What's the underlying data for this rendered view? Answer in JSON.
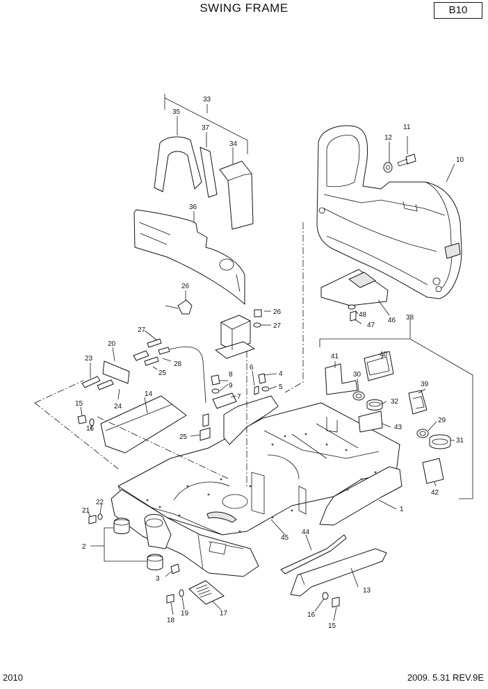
{
  "title": "SWING FRAME",
  "page_code": "B10",
  "footer": {
    "left": "2010",
    "right": "2009. 5.31 REV.9E"
  },
  "callouts": {
    "c1": "1",
    "c2": "2",
    "c3": "3",
    "c4": "4",
    "c5": "5",
    "c6": "6",
    "c7": "7",
    "c8": "8",
    "c9": "9",
    "c10": "10",
    "c11": "11",
    "c12": "12",
    "c13": "13",
    "c14": "14",
    "c15a": "15",
    "c15b": "15",
    "c16a": "16",
    "c16b": "16",
    "c17": "17",
    "c18": "18",
    "c19": "19",
    "c20": "20",
    "c21": "21",
    "c22": "22",
    "c23": "23",
    "c24": "24",
    "c25a": "25",
    "c25b": "25",
    "c26a": "26",
    "c26b": "26",
    "c27a": "27",
    "c27b": "27",
    "c28": "28",
    "c29": "29",
    "c30": "30",
    "c31": "31",
    "c32": "32",
    "c33": "33",
    "c34": "34",
    "c35": "35",
    "c36": "36",
    "c37": "37",
    "c38": "38",
    "c39": "39",
    "c40": "40",
    "c41": "41",
    "c42": "42",
    "c43": "43",
    "c44": "44",
    "c45": "45",
    "c46": "46",
    "c47": "47",
    "c48": "48"
  }
}
